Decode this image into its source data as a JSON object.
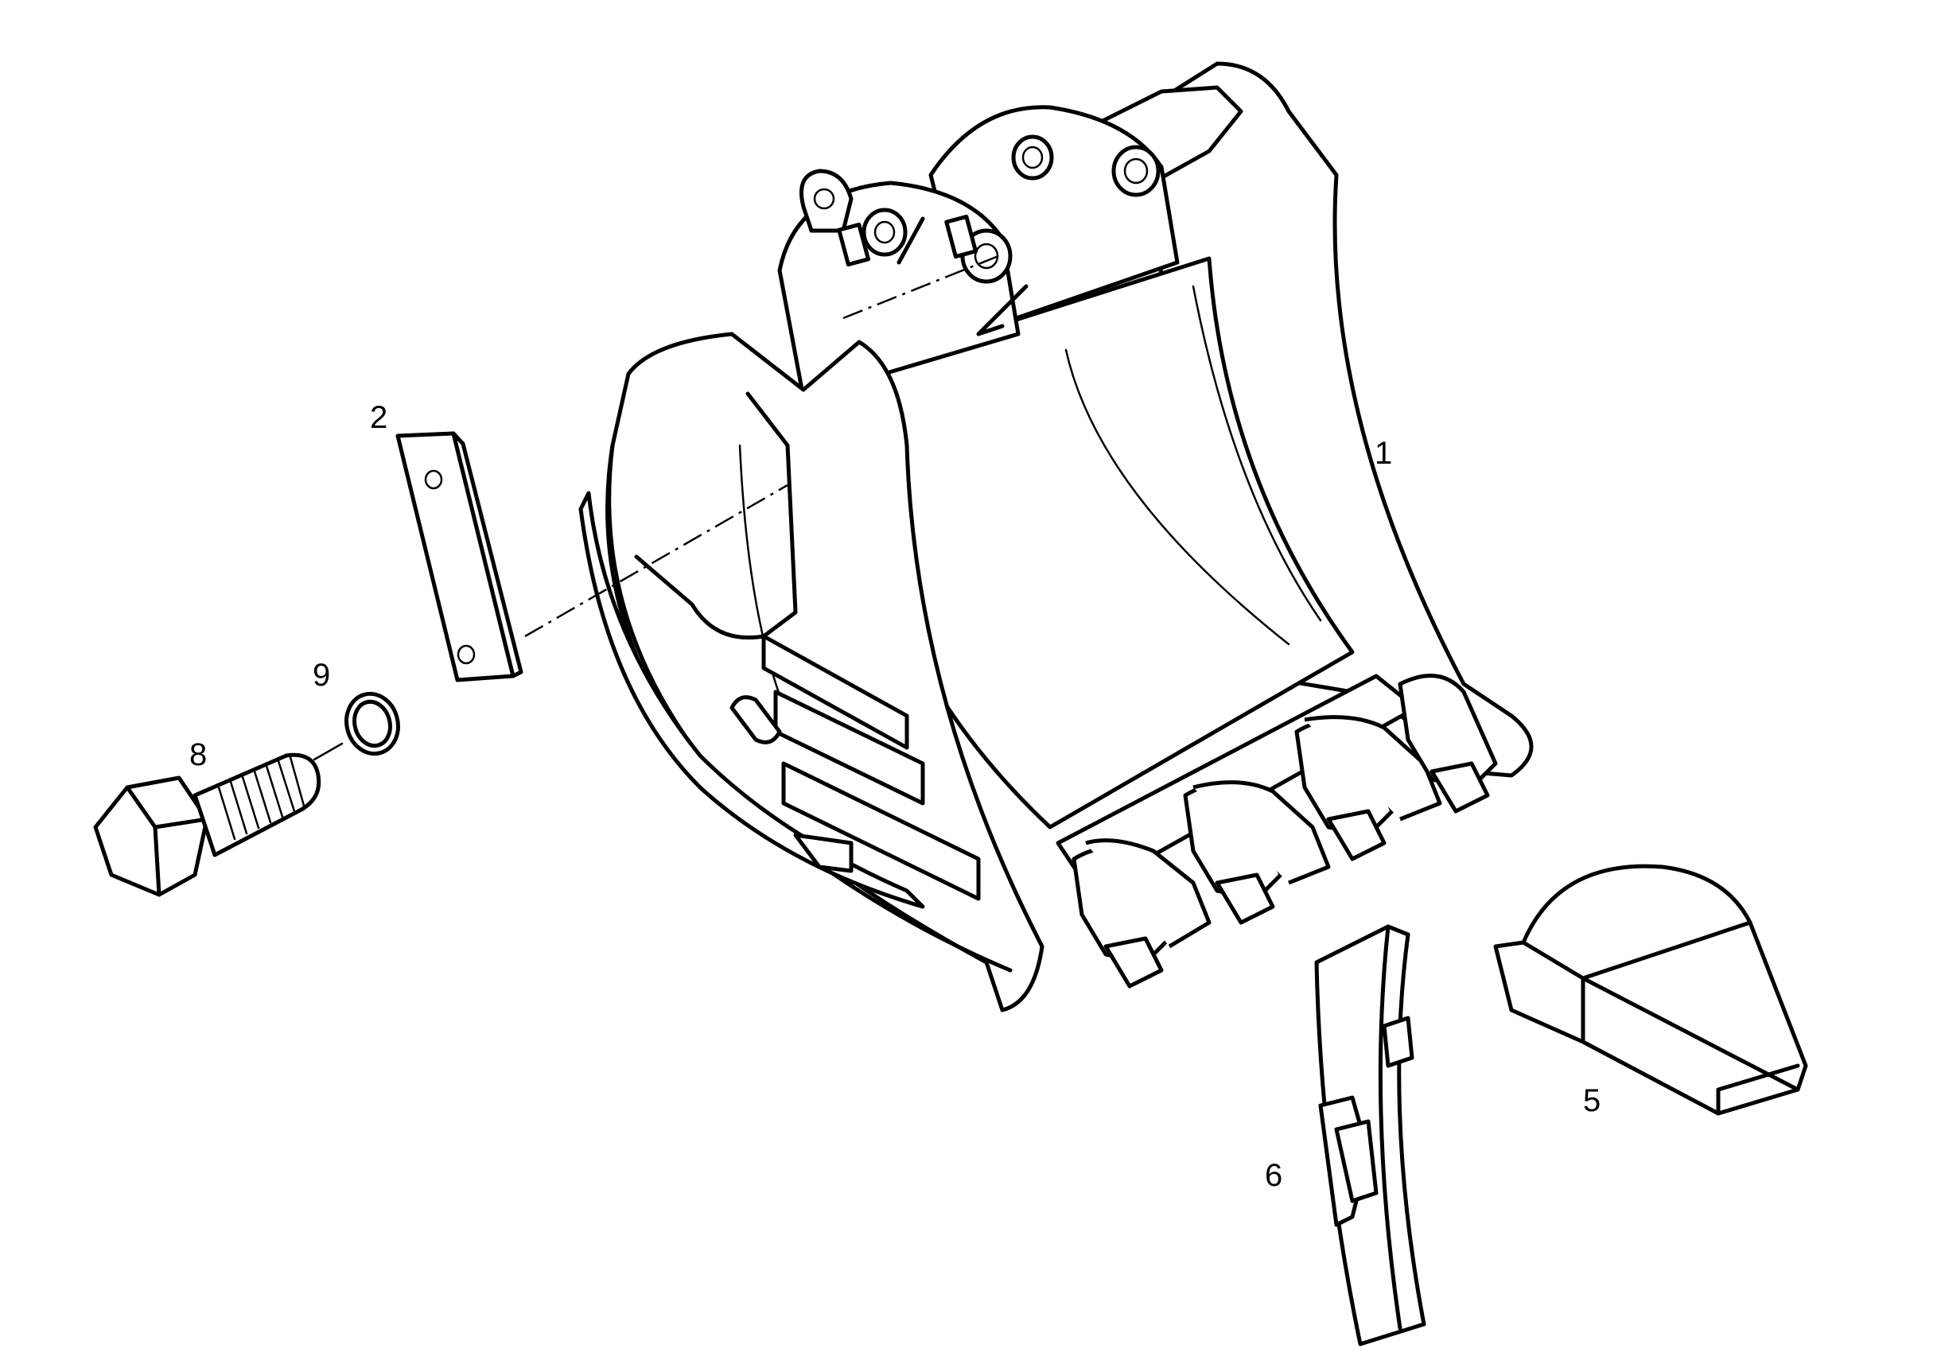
{
  "callouts": {
    "bucket": "1",
    "plate": "2",
    "washer": "9",
    "bolt": "8",
    "tooth_adapter": "6",
    "tooth_tip": "5"
  }
}
